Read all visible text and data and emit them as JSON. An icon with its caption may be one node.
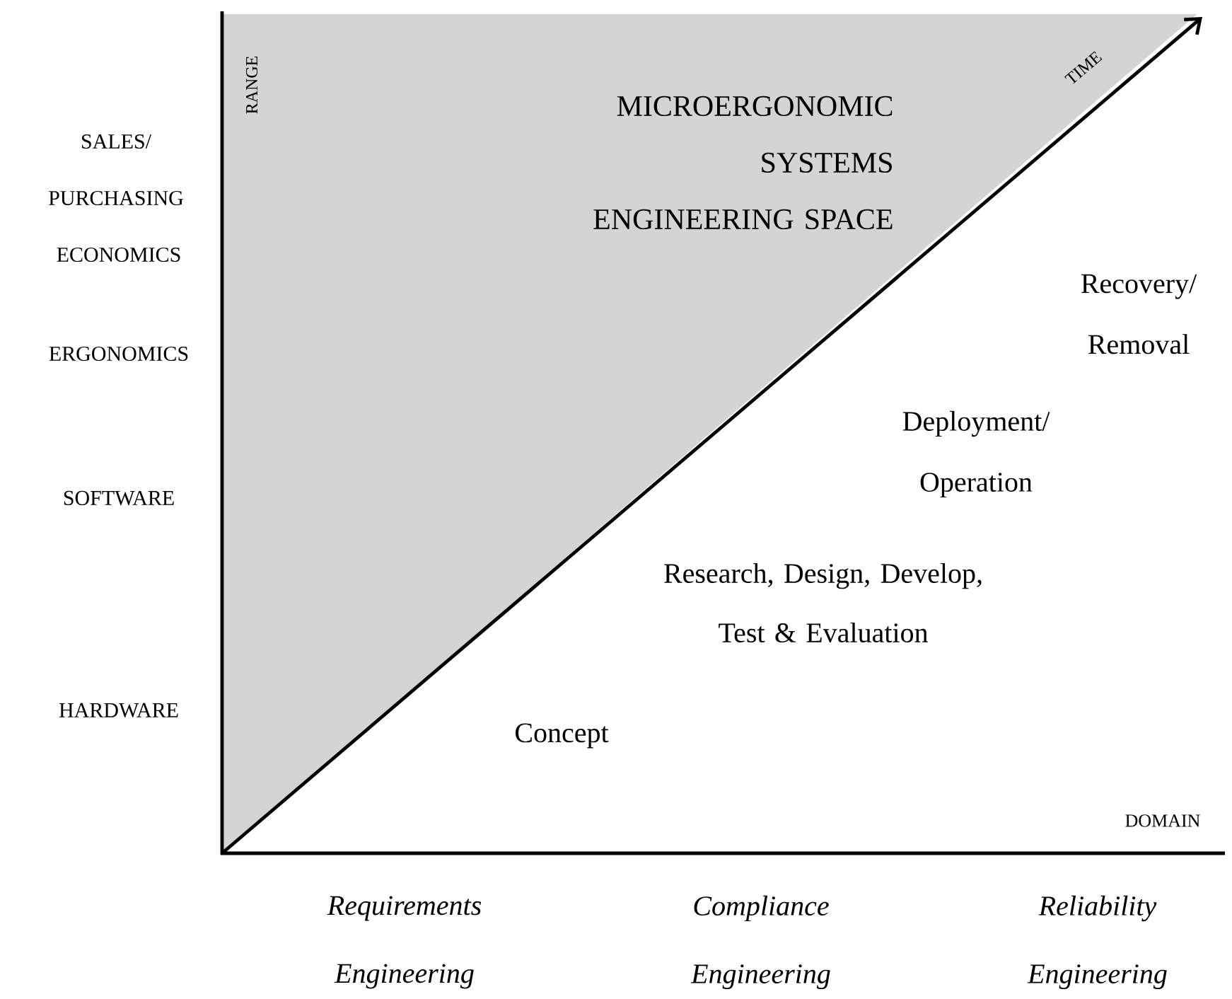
{
  "diagram": {
    "labels": [
      "SALES/ PURCHASING",
      "RANGE",
      "MICROERGONOMIC SYSTEMS ENGINEERING SPACE",
      "TIME",
      "ECONOMICS",
      "Recovery/ Removal",
      "ERGONOMICS",
      "Deployment/ Operation",
      "SOFTWARE",
      "Research, Design, Develop, Test & Evaluation",
      "HARDWARE",
      "Concept",
      "DOMAIN",
      "Requirements Engineering",
      "Compliance Engineering",
      "Reliability Engineering"
    ]
  }
}
